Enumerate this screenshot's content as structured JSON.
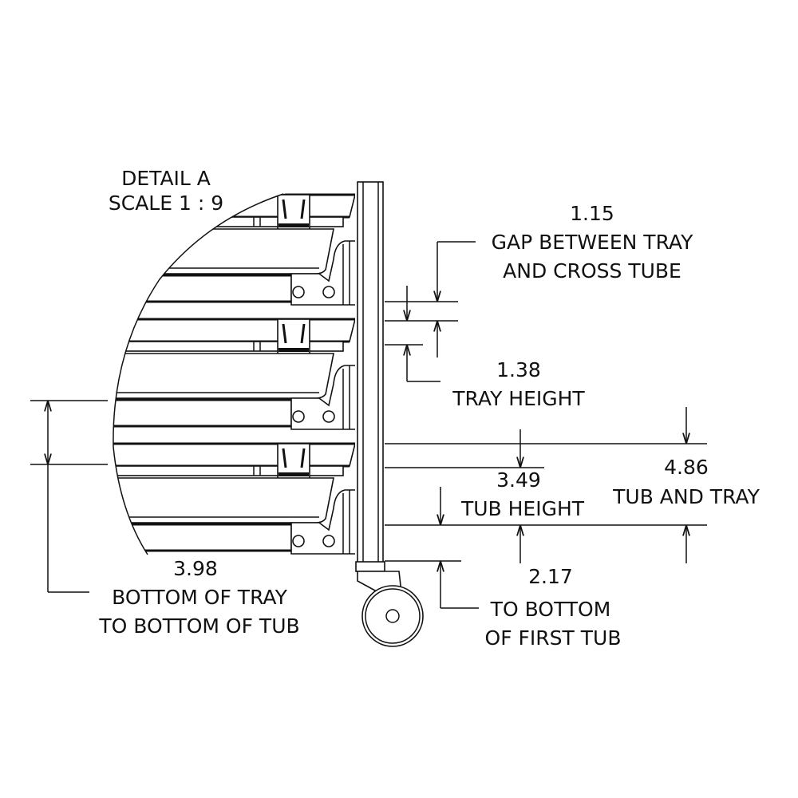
{
  "detail": {
    "title": "DETAIL A",
    "scale": "SCALE 1 : 9"
  },
  "dims": {
    "gap": {
      "value": "1.15",
      "line1": "GAP BETWEEN TRAY",
      "line2": "AND CROSS TUBE"
    },
    "tray_height": {
      "value": "1.38",
      "label": "TRAY HEIGHT"
    },
    "tub_and_tray": {
      "value": "4.86",
      "label": "TUB AND TRAY"
    },
    "tub_height": {
      "value": "3.49",
      "label": "TUB HEIGHT"
    },
    "first_tub": {
      "value": "2.17",
      "line1": "TO BOTTOM",
      "line2": "OF FIRST TUB"
    },
    "tray_to_tub": {
      "value": "3.98",
      "line1": "BOTTOM OF TRAY",
      "line2": "TO BOTTOM OF TUB"
    }
  },
  "colors": {
    "line": "#111111",
    "background": "#ffffff"
  }
}
